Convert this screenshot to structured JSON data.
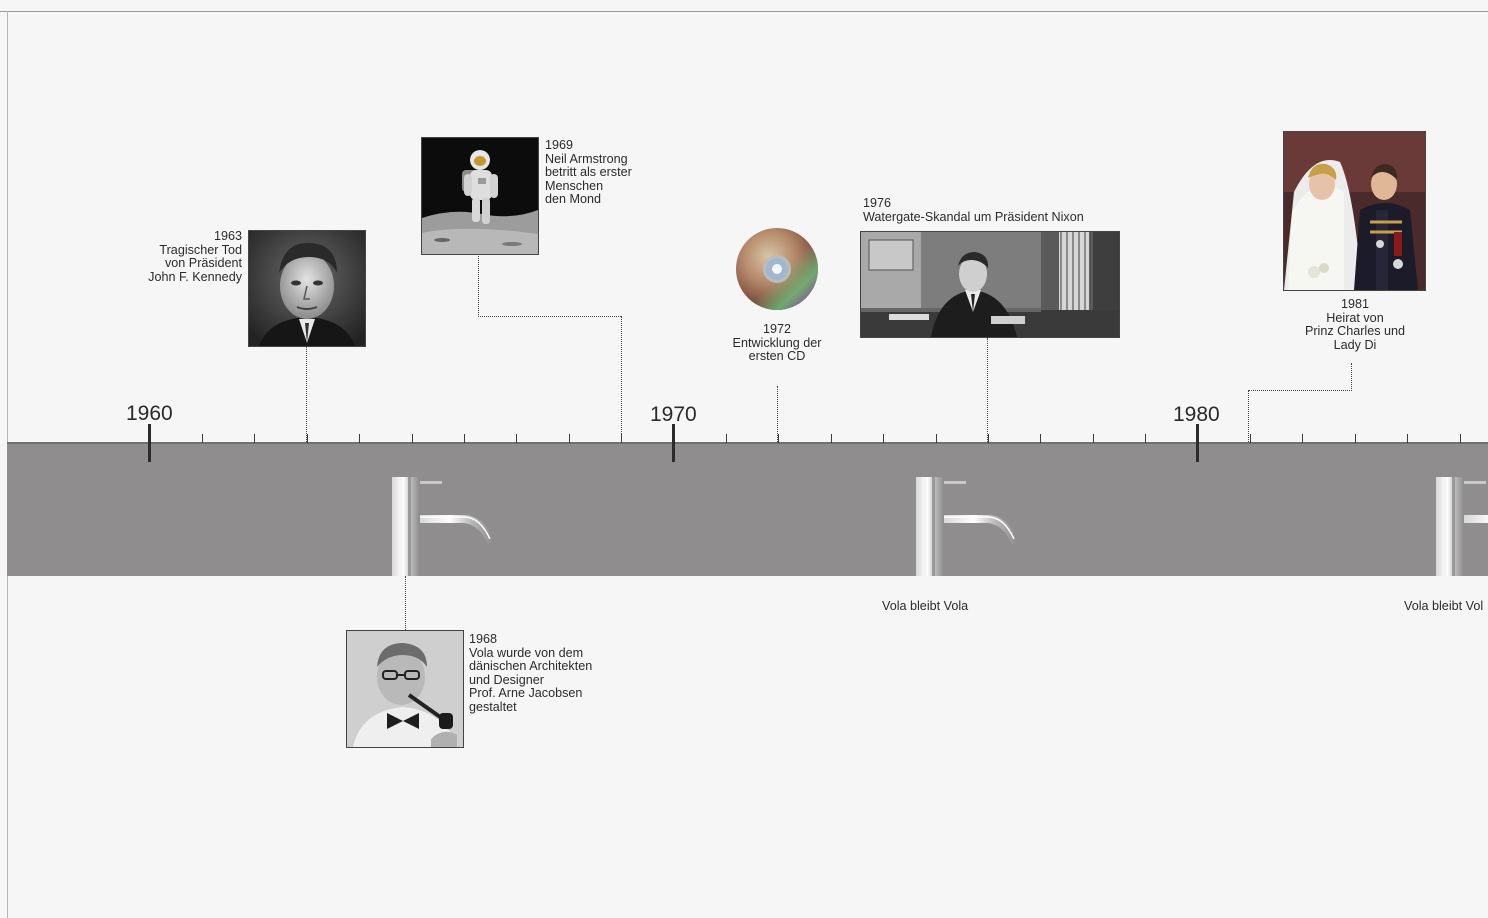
{
  "timeline": {
    "decades": [
      "1960",
      "1970",
      "1980"
    ]
  },
  "events": {
    "e1963": [
      "1963",
      "Tragischer Tod",
      "von Präsident",
      "John F. Kennedy"
    ],
    "e1969": [
      "1969",
      "Neil Armstrong",
      "betritt als erster",
      "Menschen",
      "den Mond"
    ],
    "e1972": [
      "1972",
      "Entwicklung der",
      "ersten CD"
    ],
    "e1976": [
      "1976",
      "Watergate-Skandal um Präsident Nixon"
    ],
    "e1981": [
      "1981",
      "Heirat von",
      "Prinz Charles und",
      "Lady Di"
    ],
    "e1968": [
      "1968",
      "Vola wurde von dem",
      "dänischen Architekten",
      "und Designer",
      "Prof. Arne Jacobsen",
      "gestaltet"
    ]
  },
  "vola": {
    "caption_1": "Vola bleibt Vola",
    "caption_2": "Vola bleibt Vol"
  },
  "colors": {
    "band": "#8f8d8e",
    "background": "#f6f6f6",
    "text": "#2b2b2b"
  },
  "icons": [
    "kennedy-photo",
    "moon-landing-photo",
    "compact-disc-icon",
    "nixon-photo",
    "royal-wedding-photo",
    "jacobsen-photo",
    "vola-faucet-icon"
  ]
}
